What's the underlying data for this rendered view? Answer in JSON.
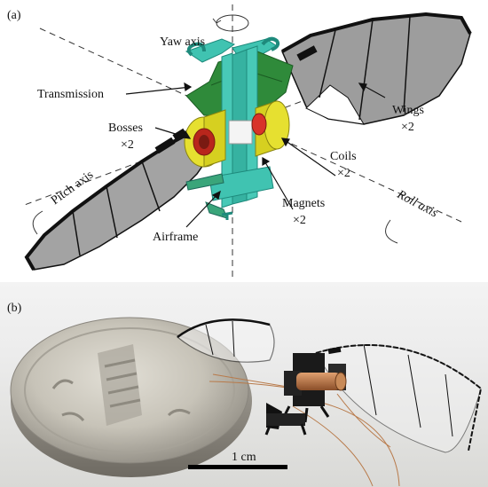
{
  "panel_a": {
    "tag": "(a)",
    "labels": {
      "yaw_axis": "Yaw axis",
      "transmission": "Transmission",
      "bosses": "Bosses",
      "bosses_count": "×2",
      "wings": "Wings",
      "wings_count": "×2",
      "coils": "Coils",
      "coils_count": "×2",
      "pitch_axis": "Pitch axis",
      "magnets": "Magnets",
      "magnets_count": "×2",
      "roll_axis": "Roll axis",
      "airframe": "Airframe"
    }
  },
  "panel_b": {
    "tag": "(b)",
    "scale_bar_label": "1 cm"
  },
  "colors": {
    "transmission_green": "#2f8a3a",
    "airframe_cyan": "#3fc2b0",
    "coil_yellow": "#e6e030",
    "magnet_red": "#d8332a",
    "wing_gray": "#9c9c9c",
    "coin_silver": "#c8c5bd",
    "copper": "#b87a4a"
  }
}
